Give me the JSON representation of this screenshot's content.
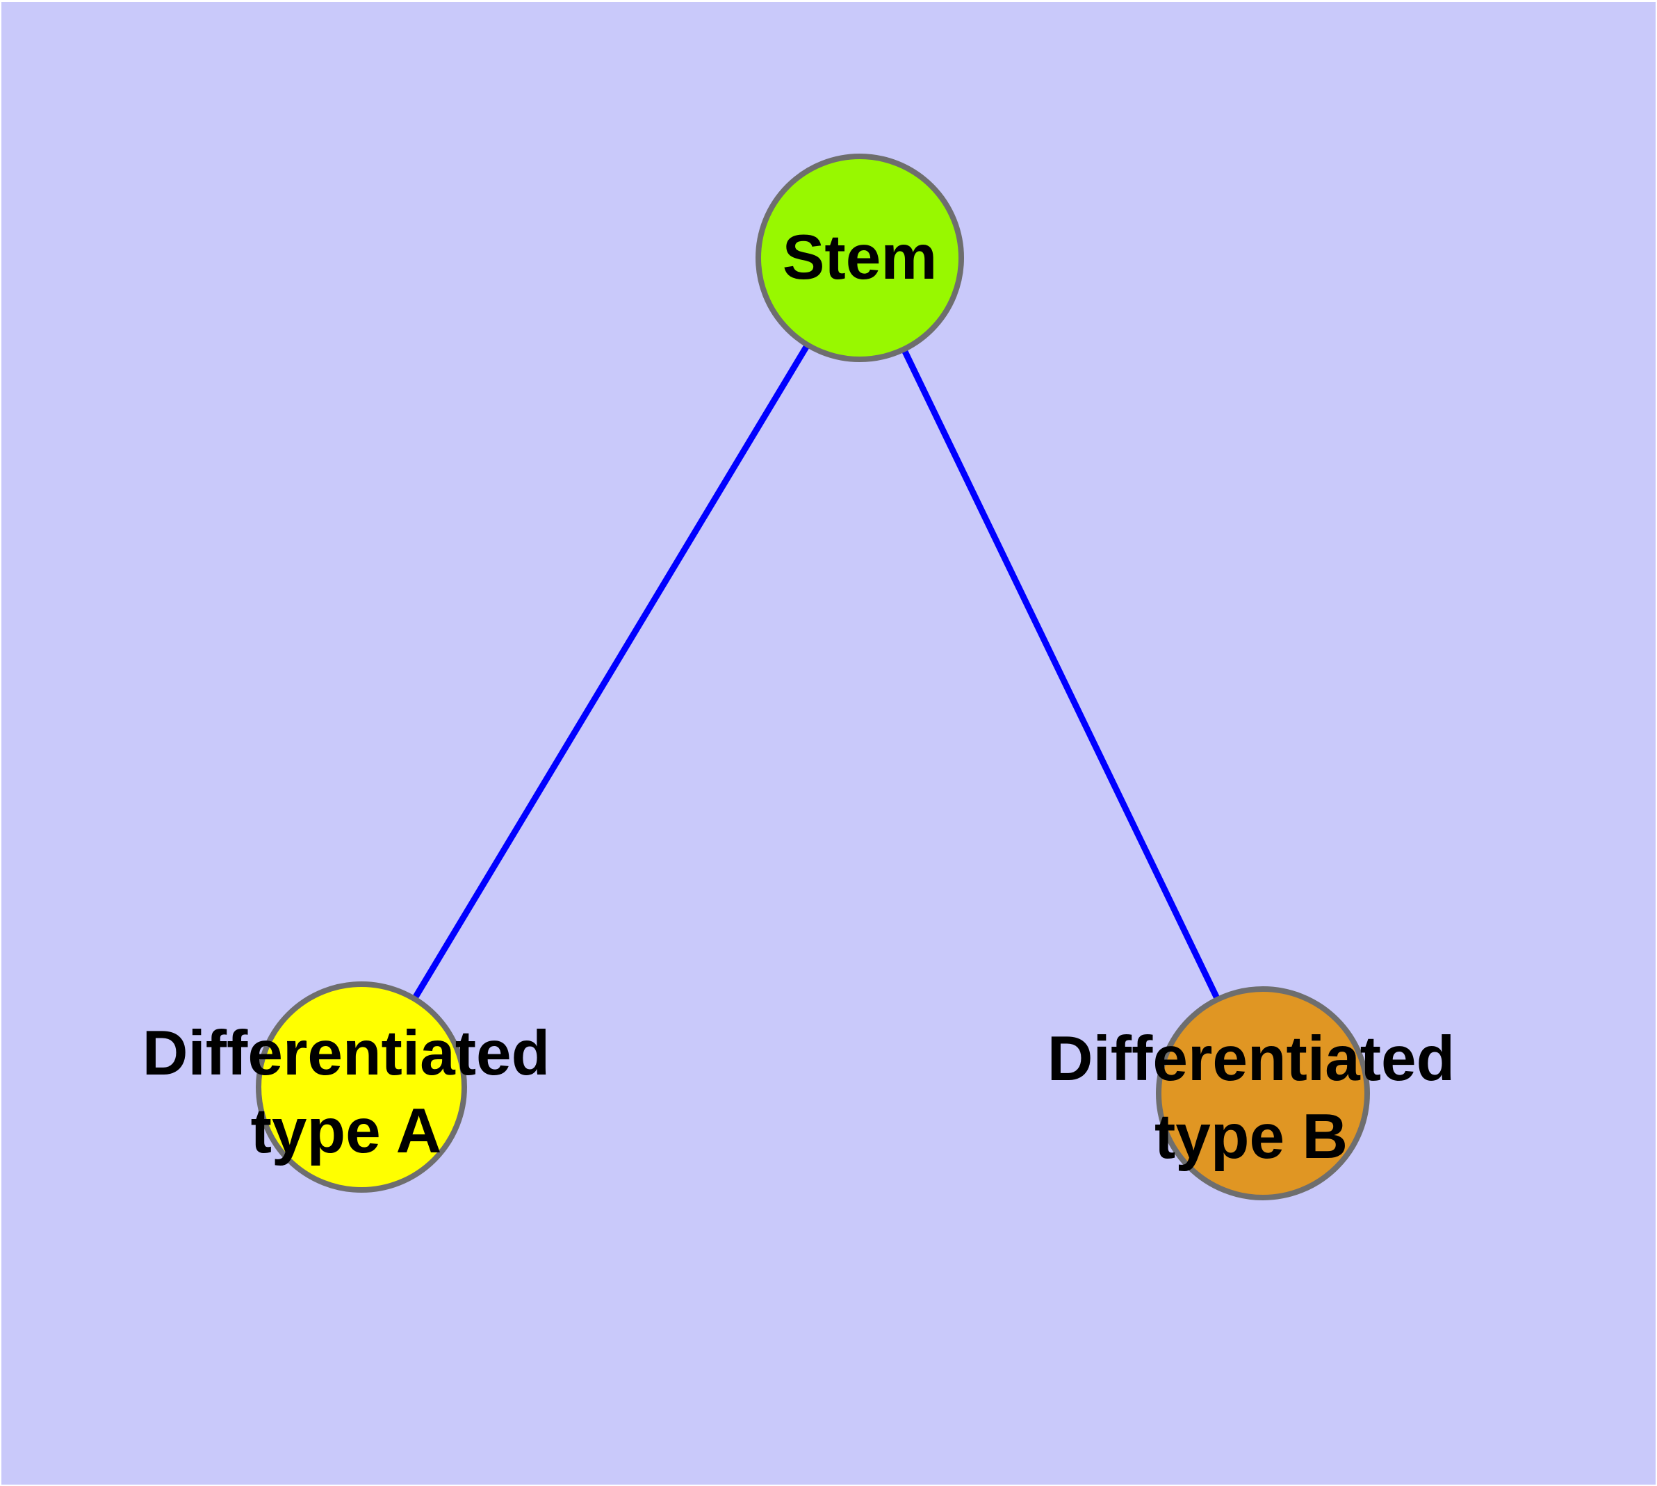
{
  "diagram": {
    "type": "node-link-graph",
    "background_color": "#C9C9FA",
    "node_border_color": "#6E6E6E",
    "edge_color": "#0000FF",
    "nodes": [
      {
        "id": "stem",
        "lines": [
          "Stem"
        ],
        "fill_color": "#98F800"
      },
      {
        "id": "differentiated-type-a",
        "lines": [
          "Differentiated",
          "type A"
        ],
        "fill_color": "#FFFF00"
      },
      {
        "id": "differentiated-type-b",
        "lines": [
          "Differentiated",
          "type B"
        ],
        "fill_color": "#E09623"
      }
    ],
    "edges": [
      {
        "from": "stem",
        "to": "differentiated-type-a",
        "color": "#0000FF"
      },
      {
        "from": "stem",
        "to": "differentiated-type-b",
        "color": "#0000FF"
      }
    ]
  }
}
